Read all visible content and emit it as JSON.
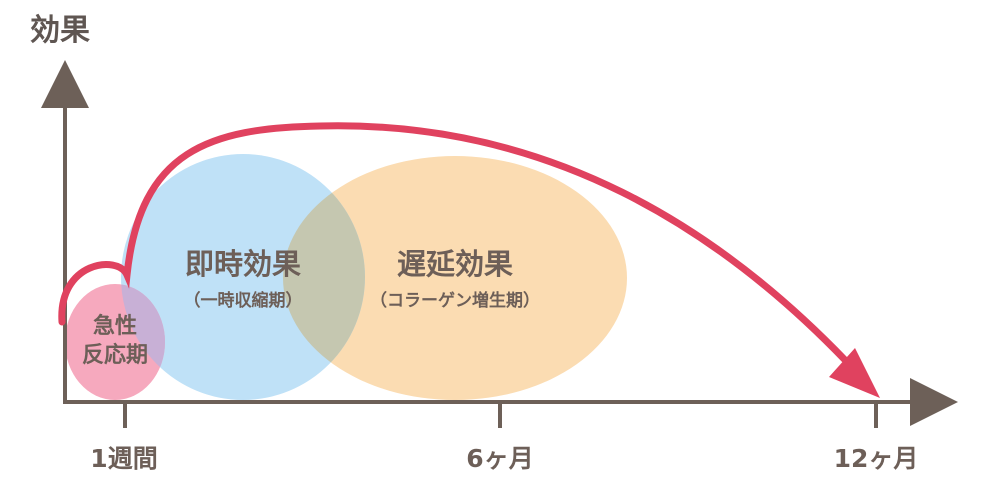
{
  "diagram": {
    "y_axis_label": "効果",
    "x_ticks": [
      "1週間",
      "6ヶ月",
      "12ヶ月"
    ],
    "zones": {
      "acute": {
        "line1": "急性",
        "line2": "反応期"
      },
      "immediate": {
        "title": "即時効果",
        "subtitle": "（一時収縮期）"
      },
      "delayed": {
        "title": "遅延効果",
        "subtitle": "（コラーゲン増生期）"
      }
    },
    "colors": {
      "axis": "#6d6058",
      "arrow": "#e0425f",
      "acute_fill": "#f6a9be",
      "immediate_fill": "#bfe1f7",
      "delayed_fill": "#fbdcb2",
      "overlap_fill": "#c5c7b0"
    }
  }
}
